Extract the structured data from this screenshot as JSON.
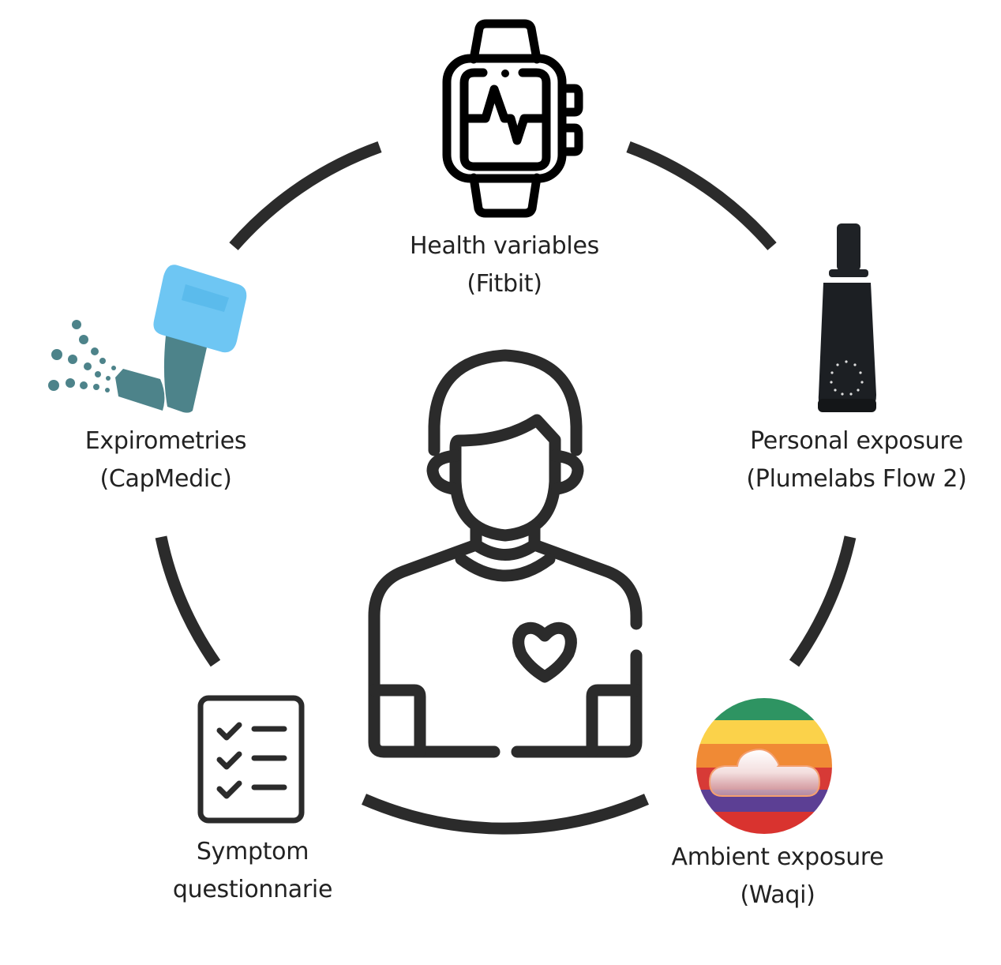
{
  "diagram": {
    "center": {
      "name": "patient"
    },
    "nodes": [
      {
        "id": "fitbit",
        "line1": "Health variables",
        "line2": "(Fitbit)",
        "icon": "smartwatch-heartbeat-icon"
      },
      {
        "id": "plumelabs",
        "line1": "Personal exposure",
        "line2": "(Plumelabs Flow 2)",
        "icon": "air-quality-sensor-icon"
      },
      {
        "id": "waqi",
        "line1": "Ambient exposure",
        "line2": "(Waqi)",
        "icon": "rainbow-cloud-icon"
      },
      {
        "id": "symptoms",
        "line1": "Symptom",
        "line2": "questionnarie",
        "icon": "checklist-icon"
      },
      {
        "id": "capmedic",
        "line1": "Expirometries",
        "line2": "(CapMedic)",
        "icon": "inhaler-icon"
      }
    ]
  },
  "colors": {
    "stroke": "#2b2b2b",
    "inhaler_cap": "#5ec0f2",
    "inhaler_body": "#4d838a",
    "waqi_bands": [
      "#2e9462",
      "#fbd24a",
      "#f08a35",
      "#d73a36",
      "#5c3f94",
      "#d9332f"
    ]
  }
}
